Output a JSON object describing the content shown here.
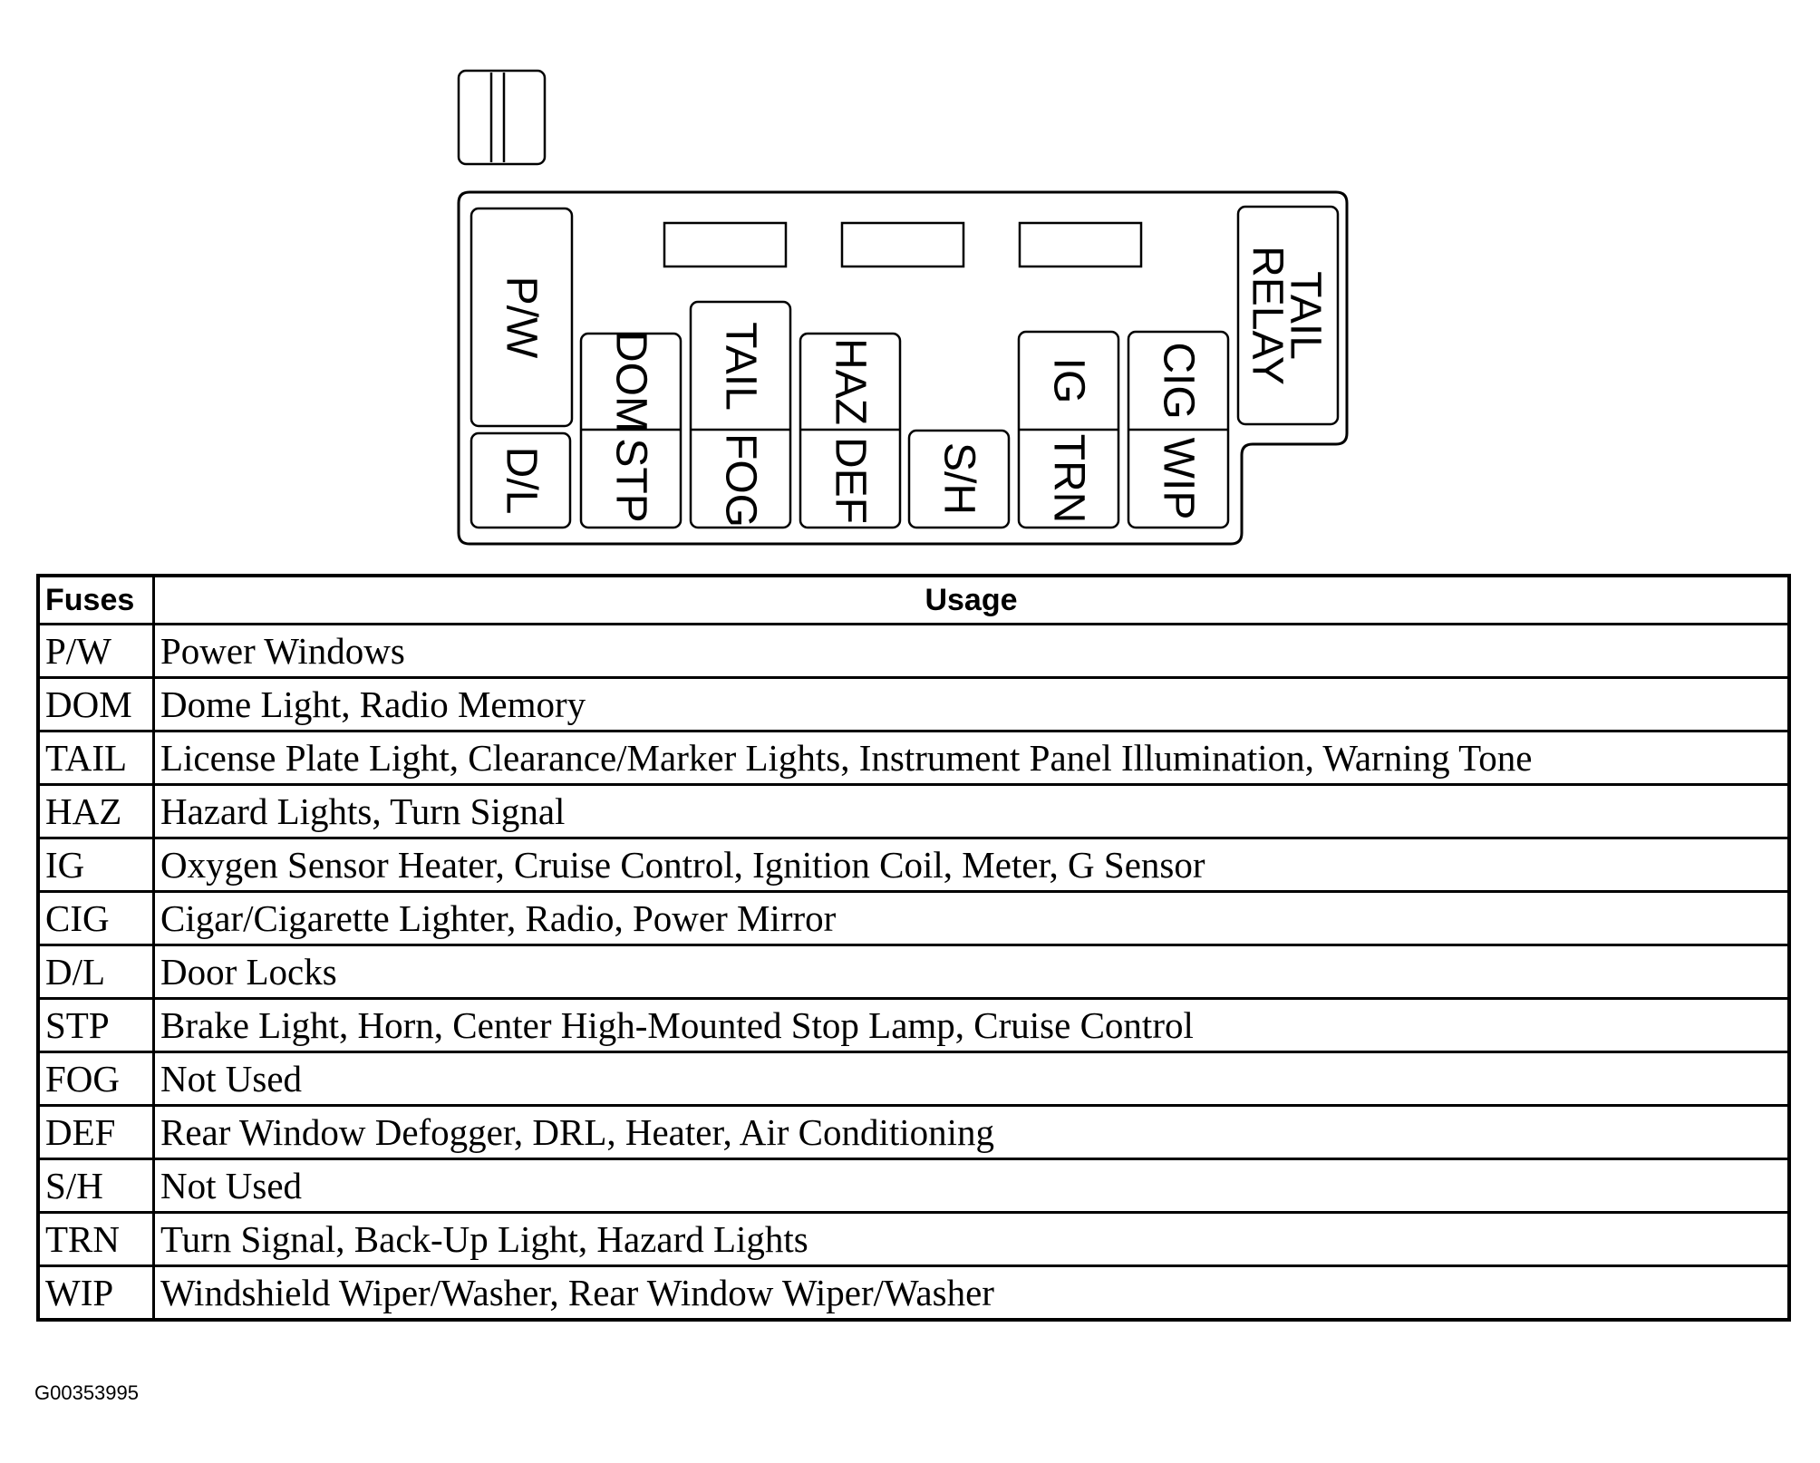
{
  "diagram": {
    "fuse_labels": {
      "pw": "P/W",
      "dom": "DOM",
      "tail": "TAIL",
      "haz": "HAZ",
      "ig": "IG",
      "cig": "CIG",
      "tail_relay_line1": "TAIL",
      "tail_relay_line2": "RELAY",
      "dl": "D/L",
      "stp": "STP",
      "fog": "FOG",
      "def": "DEF",
      "sh": "S/H",
      "trn": "TRN",
      "wip": "WIP"
    }
  },
  "table": {
    "headers": {
      "fuses": "Fuses",
      "usage": "Usage"
    },
    "rows": [
      {
        "fuse": "P/W",
        "usage": "Power Windows"
      },
      {
        "fuse": "DOM",
        "usage": "Dome Light, Radio Memory"
      },
      {
        "fuse": "TAIL",
        "usage": "License Plate Light, Clearance/Marker Lights, Instrument Panel Illumination, Warning Tone"
      },
      {
        "fuse": "HAZ",
        "usage": "Hazard Lights, Turn Signal"
      },
      {
        "fuse": "IG",
        "usage": "Oxygen Sensor Heater, Cruise Control, Ignition Coil, Meter, G Sensor"
      },
      {
        "fuse": "CIG",
        "usage": "Cigar/Cigarette Lighter, Radio, Power Mirror"
      },
      {
        "fuse": "D/L",
        "usage": "Door Locks"
      },
      {
        "fuse": "STP",
        "usage": "Brake Light, Horn, Center High-Mounted Stop Lamp, Cruise Control"
      },
      {
        "fuse": "FOG",
        "usage": "Not Used"
      },
      {
        "fuse": "DEF",
        "usage": "Rear Window Defogger, DRL, Heater, Air Conditioning"
      },
      {
        "fuse": "S/H",
        "usage": "Not Used"
      },
      {
        "fuse": "TRN",
        "usage": "Turn Signal, Back-Up Light, Hazard Lights"
      },
      {
        "fuse": "WIP",
        "usage": "Windshield Wiper/Washer, Rear Window Wiper/Washer"
      }
    ]
  },
  "figure_id": "G00353995"
}
